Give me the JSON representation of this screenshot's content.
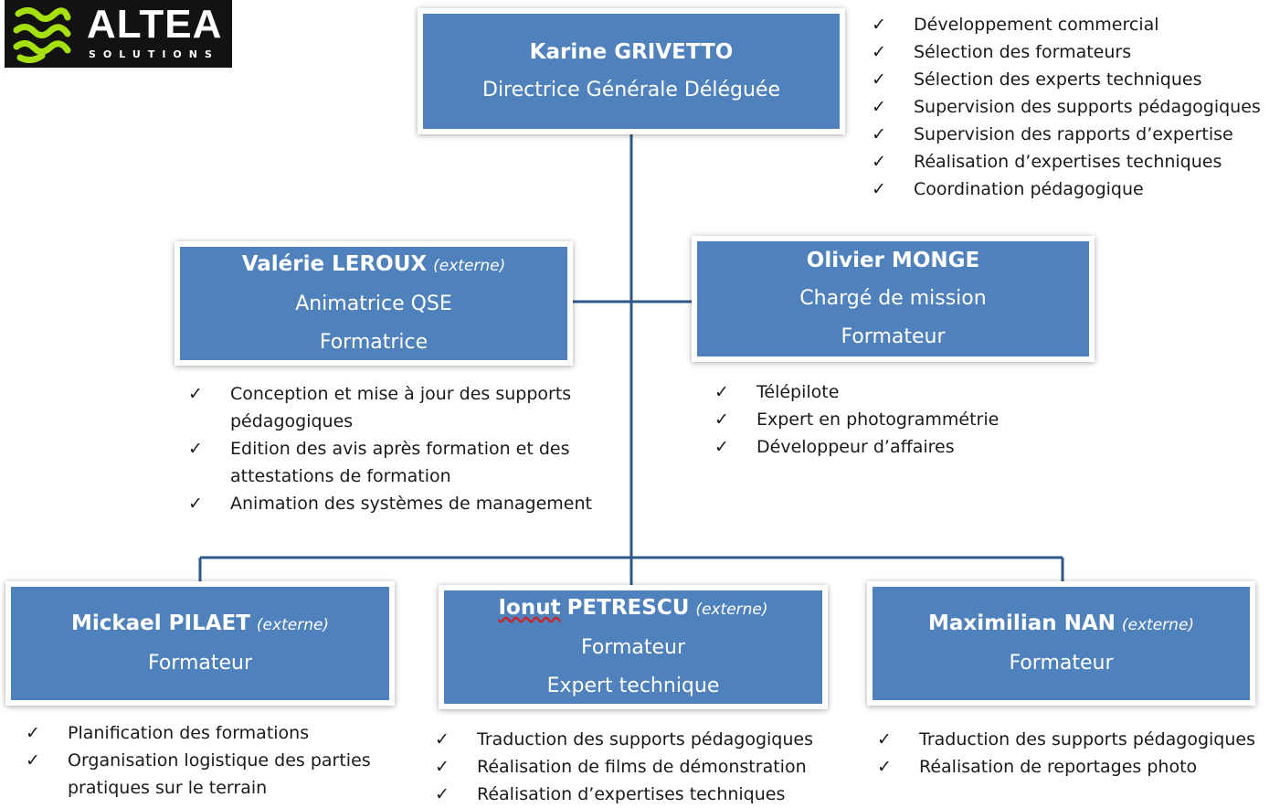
{
  "logo": {
    "name": "ALTEA",
    "subtitle": "SOLUTIONS"
  },
  "colors": {
    "box_fill": "#4f81bd",
    "connector": "#2e5a8a",
    "logo_bg": "#121212",
    "logo_mark": "#a6e10f"
  },
  "check_mark": "✓",
  "ceo": {
    "name": "Karine GRIVETTO",
    "title": "Directrice Générale Déléguée",
    "tasks": [
      "Développement commercial",
      "Sélection des formateurs",
      "Sélection des experts techniques",
      "Supervision des supports pédagogiques",
      "Supervision des rapports d’expertise",
      "Réalisation d’expertises techniques",
      "Coordination pédagogique"
    ]
  },
  "valerie": {
    "name": "Valérie LEROUX",
    "tag": "(externe)",
    "roles": [
      "Animatrice QSE",
      "Formatrice"
    ],
    "tasks": [
      [
        "Conception et mise à jour des supports",
        "pédagogiques"
      ],
      [
        "Edition des avis après formation et des",
        "attestations de formation"
      ],
      [
        "Animation des systèmes de management"
      ]
    ]
  },
  "olivier": {
    "name": "Olivier MONGE",
    "roles": [
      "Chargé de mission",
      "Formateur"
    ],
    "tasks": [
      "Télépilote",
      "Expert en photogrammétrie",
      "Développeur d’affaires"
    ]
  },
  "mickael": {
    "name": "Mickael PILAET",
    "tag": "(externe)",
    "roles": [
      "Formateur"
    ],
    "tasks": [
      [
        "Planification des formations"
      ],
      [
        "Organisation logistique des parties",
        "pratiques sur le terrain"
      ]
    ]
  },
  "ionut": {
    "first": "Ionut",
    "last": "PETRESCU",
    "tag": "(externe)",
    "roles": [
      "Formateur",
      "Expert technique"
    ],
    "tasks": [
      "Traduction des supports pédagogiques",
      "Réalisation de films de démonstration",
      "Réalisation d’expertises techniques"
    ]
  },
  "maximilian": {
    "name": "Maximilian NAN",
    "tag": "(externe)",
    "roles": [
      "Formateur"
    ],
    "tasks": [
      "Traduction des supports pédagogiques",
      "Réalisation de reportages photo"
    ]
  }
}
